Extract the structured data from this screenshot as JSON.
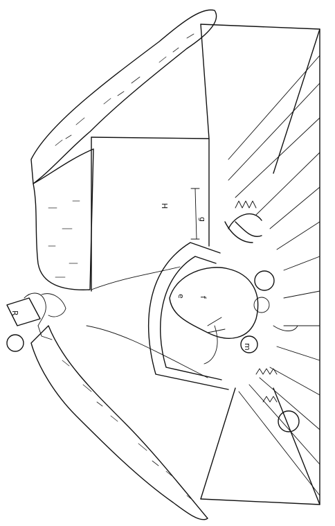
{
  "image": {
    "kind": "line-drawing",
    "stroke_color": "#111111",
    "background_color": "#ffffff"
  },
  "labels": {
    "h": "H",
    "g": "g",
    "e": "e",
    "f": "f",
    "m": "m",
    "r": "R"
  }
}
